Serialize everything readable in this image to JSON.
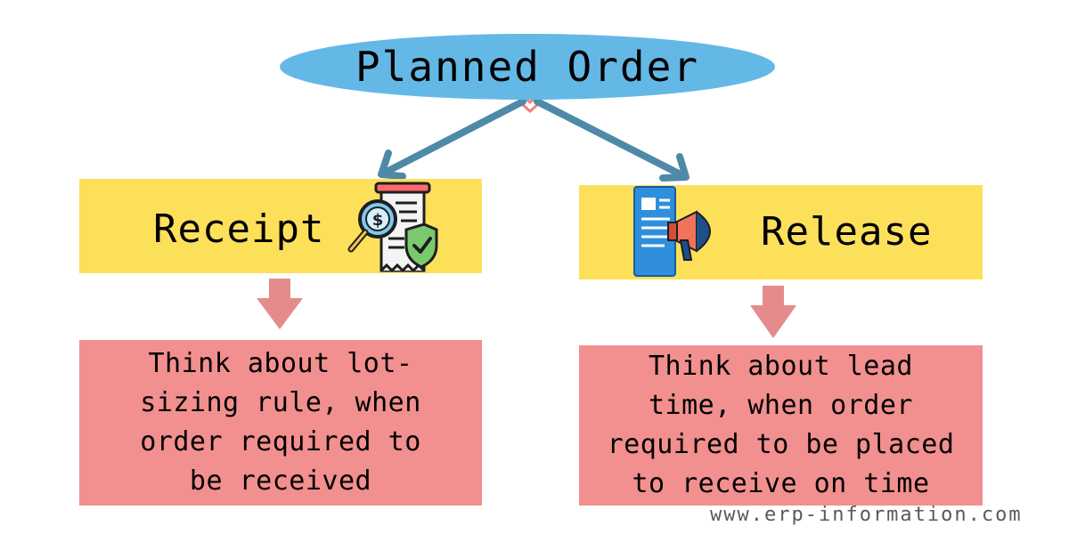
{
  "top_node": {
    "label": "Planned Order"
  },
  "left_branch": {
    "title": "Receipt",
    "icon": "receipt-audit-icon",
    "description_lines": [
      "Think about lot-",
      "sizing rule, when",
      "order required to",
      "be received"
    ]
  },
  "right_branch": {
    "title": "Release",
    "icon": "document-announcement-icon",
    "description_lines": [
      "Think about lead",
      "time, when order",
      "required to be placed",
      "to receive on time"
    ]
  },
  "footer": {
    "watermark": "www.erp-information.com"
  },
  "colors": {
    "ellipse": "#64b8e6",
    "connector_arrow": "#4e8aa7",
    "yellow_box": "#fde05a",
    "pink_box": "#f28f8f",
    "down_arrow": "#e48c8c",
    "chevron": "#f08080"
  }
}
